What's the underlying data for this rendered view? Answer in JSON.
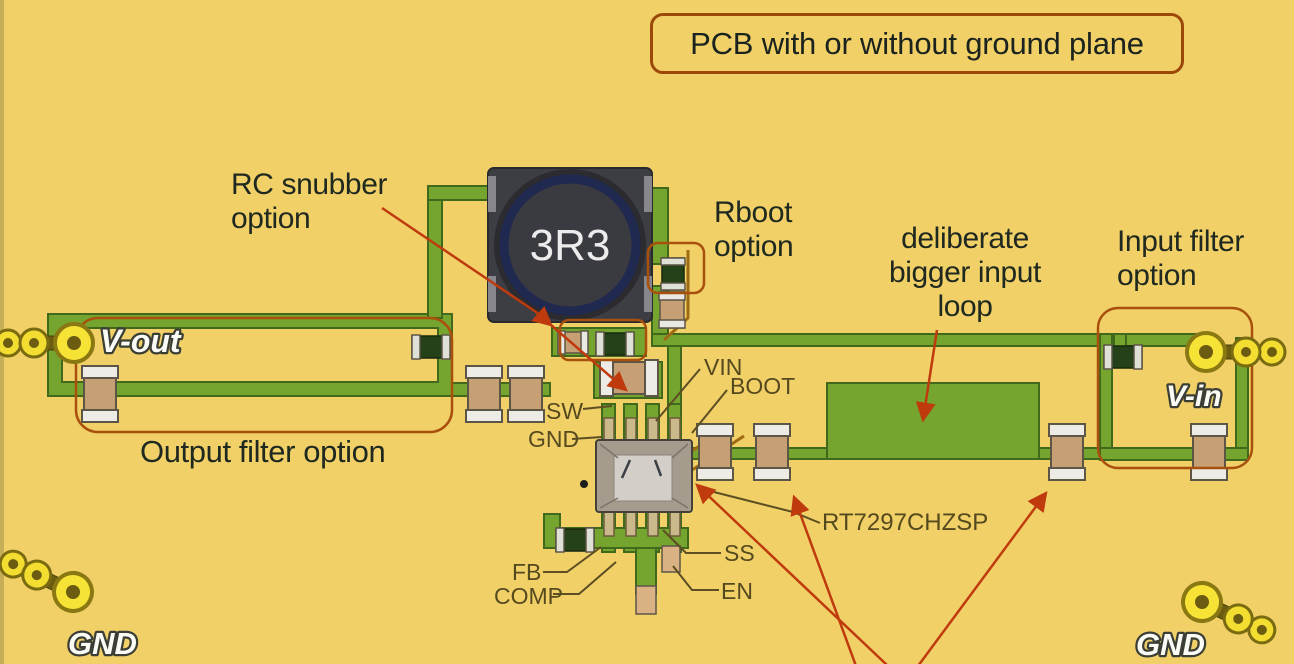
{
  "title_box": {
    "text": "PCB with or without ground plane"
  },
  "callouts": {
    "rc_snubber": {
      "text": "RC snubber\noption"
    },
    "rboot": {
      "text": "Rboot\noption"
    },
    "input_loop": {
      "text": "deliberate\nbigger input\nloop"
    },
    "input_filter": {
      "text": "Input filter\noption"
    },
    "output_filter": {
      "text": "Output filter option"
    }
  },
  "net_labels": {
    "vout": "V-out",
    "vin": "V-in",
    "gnd_left": "GND",
    "gnd_right": "GND"
  },
  "pin_labels": {
    "sw": "SW",
    "gnd": "GND",
    "vin": "VIN",
    "boot": "BOOT",
    "ss": "SS",
    "en": "EN",
    "fb": "FB",
    "comp": "COMP"
  },
  "components": {
    "ic_part_number": "RT7297CHZSP",
    "inductor_value": "3R3"
  },
  "colors": {
    "background": "#f1d068",
    "copper_green": "#76a52f",
    "callout_red": "#bf3a0c",
    "outline_orange": "#a8500c",
    "annotation_text": "#20291f",
    "pin_label_text": "#55491e"
  }
}
